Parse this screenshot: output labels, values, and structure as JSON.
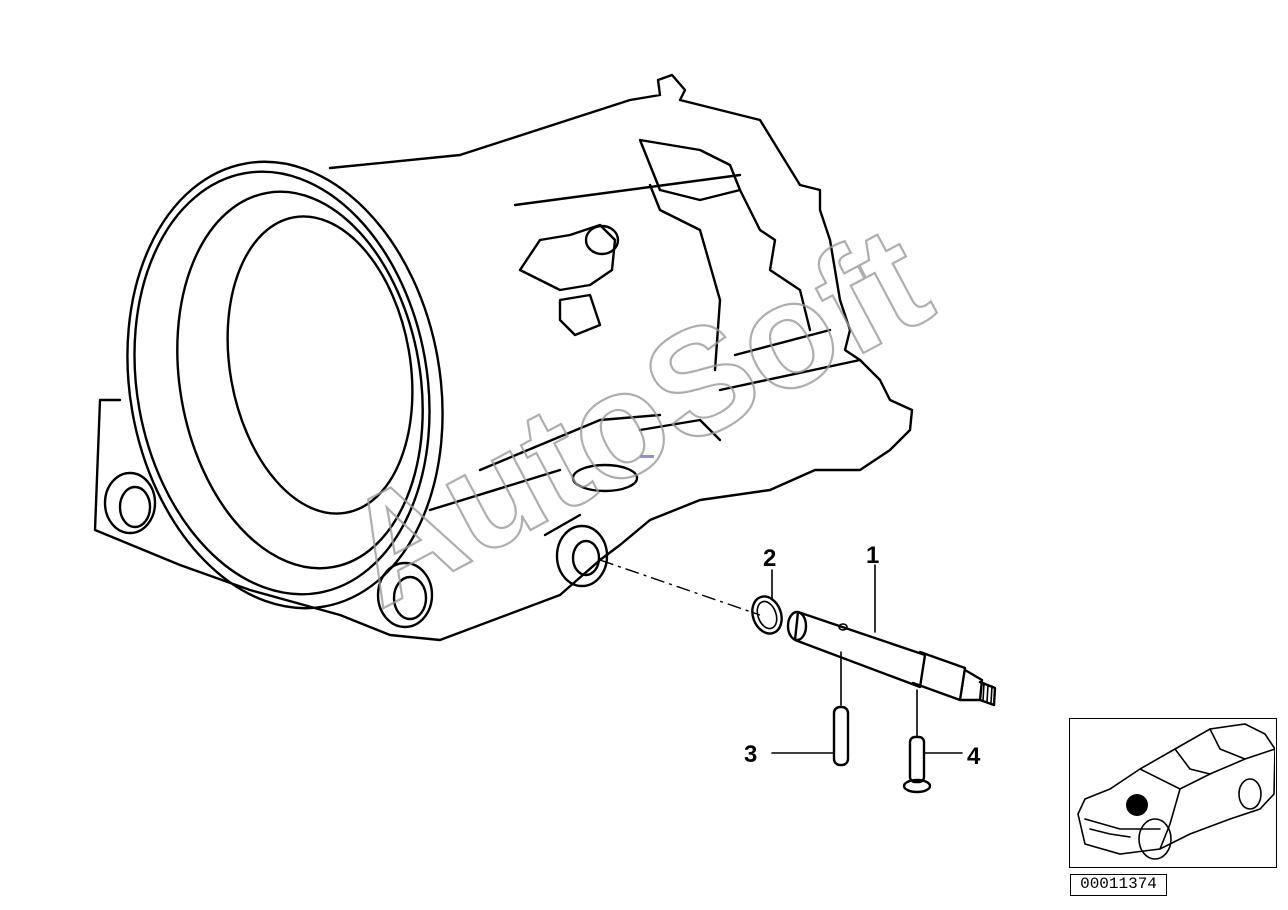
{
  "watermark": "AutoSoft",
  "callouts": [
    {
      "id": "1",
      "label": "1"
    },
    {
      "id": "2",
      "label": "2"
    },
    {
      "id": "3",
      "label": "3"
    },
    {
      "id": "4",
      "label": "4"
    }
  ],
  "reference_number": "00011374"
}
